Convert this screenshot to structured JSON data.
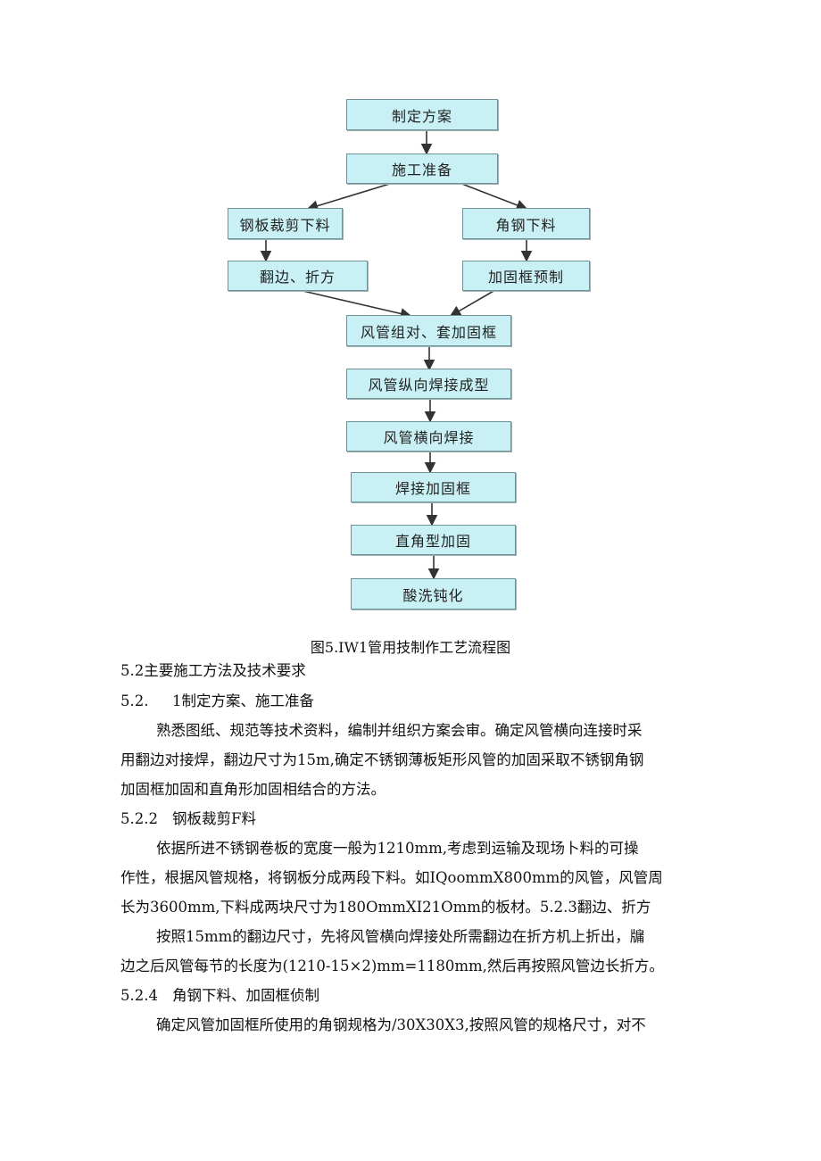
{
  "flowchart": {
    "n1": "制定方案",
    "n2": "施工准备",
    "n3": "钢板裁剪下料",
    "n4": "角钢下料",
    "n5": "翻边、折方",
    "n6": "加固框预制",
    "n7": "风管组对、套加固框",
    "n8": "风管纵向焊接成型",
    "n9": "风管横向焊接",
    "n10": "焊接加固框",
    "n11": "直角型加固",
    "n12": "酸洗钝化"
  },
  "caption": "图5.IW1管用技制作工艺流程图",
  "sections": {
    "h52": "5.2主要施工方法及技术要求",
    "h521_num": "5.2.",
    "h521_title": "1制定方案、施工准备",
    "p1_l1": "熟悉图纸、规范等技术资料，编制并组织方案会审。确定风管横向连接时采",
    "p1_l2": "用翻边对接焊，翻边尺寸为15m,确定不锈钢薄板矩形风管的加固采取不锈钢角钢",
    "p1_l3": "加固框加固和直角形加固相结合的方法。",
    "h522_num": "5.2.2",
    "h522_title": "钢板裁剪F料",
    "p2_l1": "依据所进不锈钢卷板的宽度一般为1210mm,考虑到运输及现场卜料的可操",
    "p2_l2": "作性，根据风管规格，将钢板分成两段下料。如IQoommX800mm的风管，风管周",
    "p2_l3": "长为3600mm,下料成两块尺寸为180OmmXI21Omm的板材。5.2.3翻边、折方",
    "p3_l1": "按照15mm的翻边尺寸，先将风管横向焊接处所需翻边在折方机上折出，牖",
    "p3_l2": "边之后风管每节的长度为(1210-15×2)mm=1180mm,然后再按照风管边长折方。",
    "h524_num": "5.2.4",
    "h524_title": "角钢下料、加固框侦制",
    "p4_l1": "确定风管加固框所使用的角钢规格为/30X30X3,按照风管的规格尺寸，对不"
  }
}
